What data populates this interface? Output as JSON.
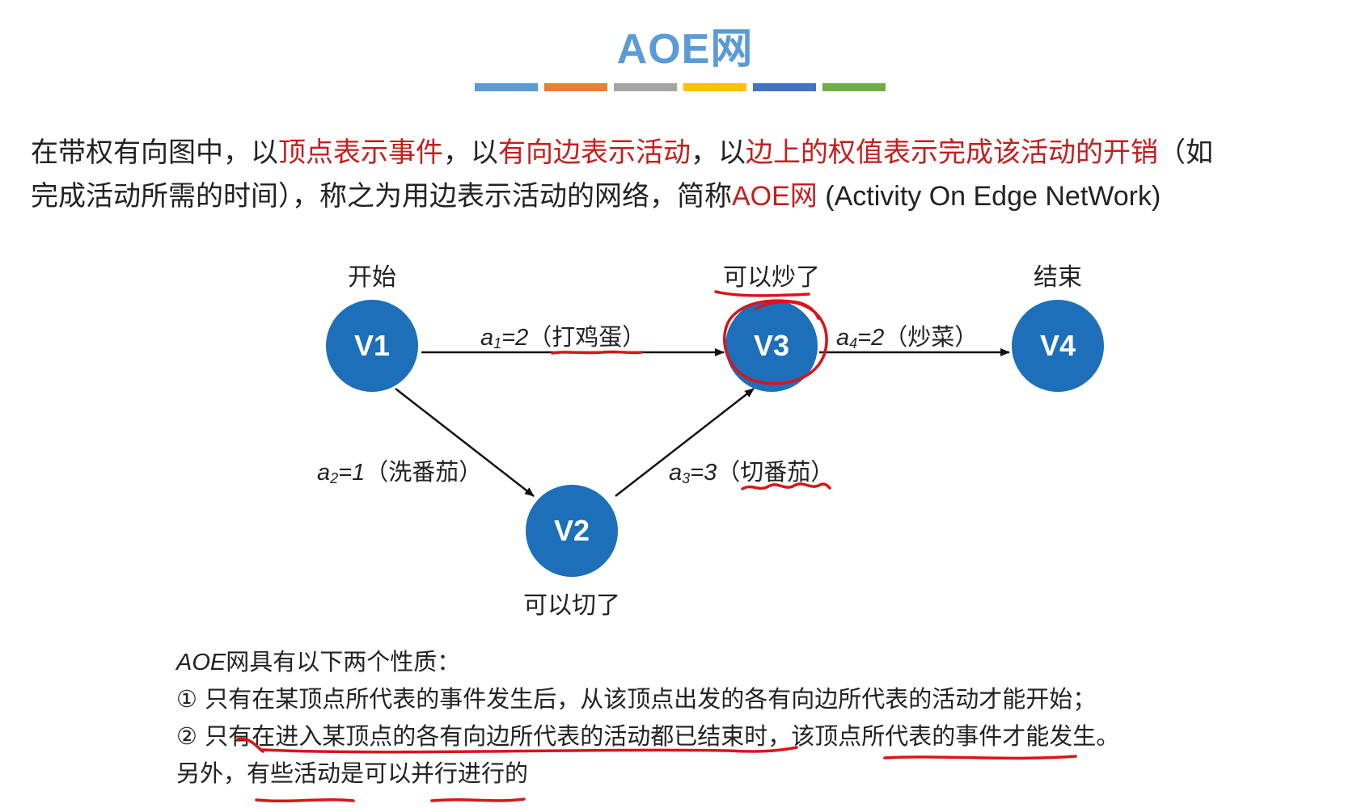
{
  "title": "AOE网",
  "title_color": "#5b9bd5",
  "divider_colors": [
    "#5b9bd5",
    "#ed7d31",
    "#a5a5a5",
    "#ffc000",
    "#4472c4",
    "#70ad47"
  ],
  "intro": {
    "line1": {
      "s1": "在带权有向图中，以",
      "r1": "顶点表示事件",
      "s2": "，以",
      "r2": "有向边表示活动",
      "s3": "，以",
      "r3": "边上的权值表示完成该活动的开销",
      "s4": "（如"
    },
    "line2": {
      "s1": "完成活动所需的时间），称之为用边表示活动的网络，简称",
      "r1": "AOE网",
      "s2": " (Activity On Edge NetWork)"
    }
  },
  "accent_red": "#c41e1e",
  "node_color": "#1c6fb8",
  "graph": {
    "nodes": [
      {
        "id": "V1",
        "caption": "开始"
      },
      {
        "id": "V2",
        "caption": "可以切了"
      },
      {
        "id": "V3",
        "caption": "可以炒了"
      },
      {
        "id": "V4",
        "caption": "结束"
      }
    ],
    "edges": [
      {
        "from": "V1",
        "to": "V3",
        "label_a": "a",
        "label_sub": "1",
        "label_val": "=2",
        "label_desc": "（打鸡蛋）"
      },
      {
        "from": "V1",
        "to": "V2",
        "label_a": "a",
        "label_sub": "2",
        "label_val": "=1",
        "label_desc": "（洗番茄）"
      },
      {
        "from": "V2",
        "to": "V3",
        "label_a": "a",
        "label_sub": "3",
        "label_val": "=3",
        "label_desc": "（切番茄）"
      },
      {
        "from": "V3",
        "to": "V4",
        "label_a": "a",
        "label_sub": "4",
        "label_val": "=2",
        "label_desc": "（炒菜）"
      }
    ]
  },
  "properties": {
    "heading_italic": "AOE",
    "heading_rest": "网具有以下两个性质：",
    "item1": "① 只有在某顶点所代表的事件发生后，从该顶点出发的各有向边所代表的活动才能开始；",
    "item2": "② 只有在进入某顶点的各有向边所代表的活动都已结束时，该顶点所代表的事件才能发生。",
    "item3": "另外，有些活动是可以并行进行的"
  },
  "annotation_color": "#d9141b"
}
